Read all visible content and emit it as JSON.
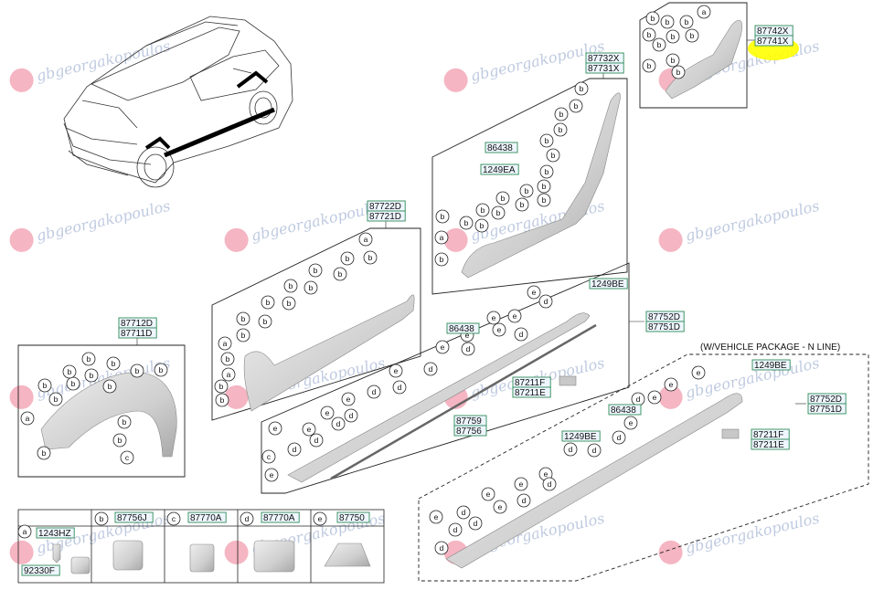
{
  "panels": {
    "fender_moulding": {
      "parts": [
        "87712D",
        "87711D"
      ]
    },
    "front_door_moulding": {
      "parts": [
        "87722D",
        "87721D"
      ]
    },
    "rear_door_moulding": {
      "parts": [
        "87732X",
        "87731X"
      ],
      "fasteners": [
        "86438",
        "1249EA"
      ]
    },
    "quarter_moulding": {
      "parts": [
        "87742X",
        "87741X"
      ],
      "highlight_color": "#ffff00"
    },
    "side_sill": {
      "parts": [
        "87752D",
        "87751D"
      ],
      "fasteners": [
        "1249BE",
        "86438"
      ],
      "strip": [
        "87759",
        "87756"
      ],
      "clip": [
        "87211F",
        "87211E"
      ]
    },
    "side_sill_n_line": {
      "note": "(W/VEHICLE PACKAGE - N LINE)",
      "parts": [
        "87752D",
        "87751D"
      ],
      "fasteners": [
        "1249BE",
        "86438",
        "1249BE"
      ],
      "clip": [
        "87211F",
        "87211E"
      ]
    }
  },
  "legend": [
    {
      "key": "a",
      "parts": [
        "1243HZ",
        "92330F"
      ]
    },
    {
      "key": "b",
      "parts": [
        "87756J"
      ]
    },
    {
      "key": "c",
      "parts": [
        "87770A"
      ]
    },
    {
      "key": "d",
      "parts": [
        "87770A"
      ]
    },
    {
      "key": "e",
      "parts": [
        "87750"
      ]
    }
  ],
  "watermark": "gbgeorgakopoulos",
  "colors": {
    "label_border": "#2e8b57",
    "label_fill": "#eef6ff",
    "part": "#d6d6d6",
    "line": "#222222"
  }
}
